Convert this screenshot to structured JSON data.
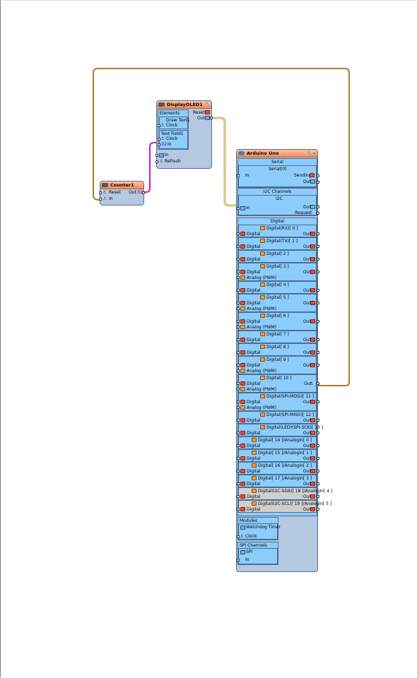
{
  "colors": {
    "wire_orange": "#b07a2f",
    "wire_magenta": "#c020c0",
    "wire_yellow": "#c8b060",
    "title": "#ef8a5a",
    "panel": "#b4c8e2",
    "section": "#8ccdfc"
  },
  "counter": {
    "title": "Counter1",
    "reset": "Reset",
    "in": "In",
    "out": "Out",
    "out_badge": "32"
  },
  "oled": {
    "title": "DisplayOLED1",
    "reset": "Reset",
    "out": "Out",
    "elements": "Elements",
    "draw_text": "Draw Text1",
    "clock": "Clock",
    "text_field": "Text Field1",
    "clock2": "Clock",
    "in": "In",
    "badge": "32",
    "in2": "In",
    "refresh": "Refresh"
  },
  "arduino": {
    "title": "Arduino Uno",
    "serial": {
      "header": "Serial",
      "item": "Serial[0]",
      "in": "In",
      "sending": "Sending",
      "out": "Out"
    },
    "i2c": {
      "header": "I2C Channels",
      "item": "I2C",
      "in": "In",
      "out": "Out",
      "request": "Request"
    },
    "digital_header": "Digital",
    "channels": [
      {
        "title": "Digital(RX)[ 0 ]",
        "rows": [
          "Digital"
        ],
        "out": "Out"
      },
      {
        "title": "Digital(TX)[ 1 ]",
        "rows": [
          "Digital"
        ],
        "out": "Out"
      },
      {
        "title": "Digital[ 2 ]",
        "rows": [
          "Digital"
        ],
        "out": "Out"
      },
      {
        "title": "Digital[ 3 ]",
        "rows": [
          "Digital",
          "Analog (PWM)"
        ],
        "out": "Out"
      },
      {
        "title": "Digital[ 4 ]",
        "rows": [
          "Digital"
        ],
        "out": "Out"
      },
      {
        "title": "Digital[ 5 ]",
        "rows": [
          "Digital",
          "Analog (PWM)"
        ],
        "out": "Out"
      },
      {
        "title": "Digital[ 6 ]",
        "rows": [
          "Digital",
          "Analog (PWM)"
        ],
        "out": "Out"
      },
      {
        "title": "Digital[ 7 ]",
        "rows": [
          "Digital"
        ],
        "out": "Out"
      },
      {
        "title": "Digital[ 8 ]",
        "rows": [
          "Digital"
        ],
        "out": "Out"
      },
      {
        "title": "Digital[ 9 ]",
        "rows": [
          "Digital",
          "Analog (PWM)"
        ],
        "out": "Out"
      },
      {
        "title": "Digital[ 10 ]",
        "rows": [
          "Digital",
          "Analog (PWM)"
        ],
        "out": "Out"
      },
      {
        "title": "Digital(SPI-MOSI)[ 11 ]",
        "rows": [
          "Digital",
          "Analog (PWM)"
        ],
        "out": "Out"
      },
      {
        "title": "Digital(SPI-MISO)[ 12 ]",
        "rows": [
          "Digital"
        ],
        "out": "Out"
      },
      {
        "title": "Digital(LED)(SPI-SCK)[ 13 ]",
        "rows": [
          "Digital"
        ],
        "out": "Out"
      },
      {
        "title": "Digital[ 14 ]/AnalogIn[ 0 ]",
        "rows": [
          "Digital"
        ],
        "out": "Out"
      },
      {
        "title": "Digital[ 15 ]/AnalogIn[ 1 ]",
        "rows": [
          "Digital"
        ],
        "out": "Out"
      },
      {
        "title": "Digital[ 16 ]/AnalogIn[ 2 ]",
        "rows": [
          "Digital"
        ],
        "out": "Out"
      },
      {
        "title": "Digital[ 17 ]/AnalogIn[ 3 ]",
        "rows": [
          "Digital"
        ],
        "out": "Out"
      },
      {
        "title": "Digital(I2C-SDA)[ 18 ]/AnalogIn[ 4 ]",
        "rows": [
          "Digital"
        ],
        "out": "Out"
      },
      {
        "title": "Digital(I2C-SCL)[ 19 ]/AnalogIn[ 5 ]",
        "rows": [
          "Digital"
        ],
        "out": "Out"
      }
    ],
    "modules": {
      "header": "Modules",
      "item": "Watchdog Timer",
      "clock": "Clock"
    },
    "spi": {
      "header": "SPI Channels",
      "item": "SPI",
      "in": "In"
    }
  }
}
